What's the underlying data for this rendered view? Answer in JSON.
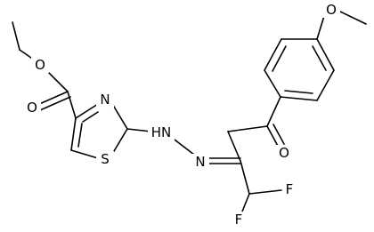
{
  "molecule": {
    "atoms": {
      "ester_o1": "O",
      "ester_o2": "O",
      "thiazole_n": "N",
      "thiazole_s": "S",
      "hydrazone_nh": "HN",
      "hydrazone_n": "N",
      "ketone_o": "O",
      "methoxy_o": "O",
      "fluorine_top": "F",
      "fluorine_bottom": "F"
    }
  }
}
